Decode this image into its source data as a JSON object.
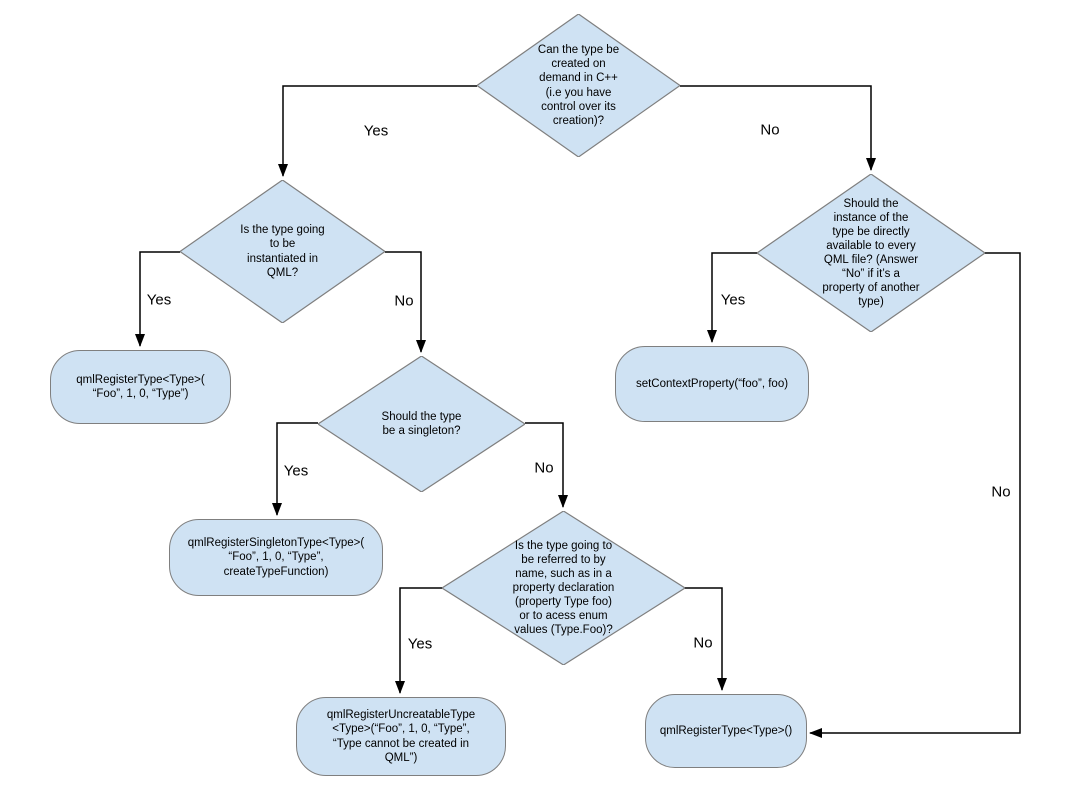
{
  "flowchart": {
    "nodes": {
      "q_create_on_demand": {
        "text": "Can the type be\ncreated on\ndemand in C++\n(i.e you have\ncontrol over its\ncreation)?"
      },
      "q_instantiated_in_qml": {
        "text": "Is the type going\nto be\ninstantiated in\nQML?"
      },
      "q_instance_available": {
        "text": "Should the\ninstance of the\ntype be directly\navailable to every\nQML file? (Answer\n“No” if it’s a\nproperty of another\ntype)"
      },
      "q_singleton": {
        "text": "Should the type\nbe a singleton?"
      },
      "q_referred_by_name": {
        "text": "Is the type going to\nbe referred to by\nname, such as in a\nproperty declaration\n(property Type foo)\nor to acess enum\nvalues (Type.Foo)?"
      },
      "r_register_type": {
        "text": "qmlRegisterType<Type>(\n“Foo”, 1, 0, “Type”)"
      },
      "r_set_context_property": {
        "text": "setContextProperty(“foo”, foo)"
      },
      "r_register_singleton": {
        "text": "qmlRegisterSingletonType<Type>(\n“Foo”, 1, 0, “Type”,\ncreateTypeFunction)"
      },
      "r_register_uncreatable": {
        "text": "qmlRegisterUncreatableType\n<Type>(“Foo”, 1, 0, “Type”,\n“Type cannot be created in\nQML”)"
      },
      "r_register_type_noargs": {
        "text": "qmlRegisterType<Type>()"
      }
    },
    "edge_labels": {
      "yes": "Yes",
      "no": "No"
    },
    "colors": {
      "node_fill": "#cfe2f3",
      "node_border": "#7f7f7f",
      "connector": "#000000"
    }
  }
}
